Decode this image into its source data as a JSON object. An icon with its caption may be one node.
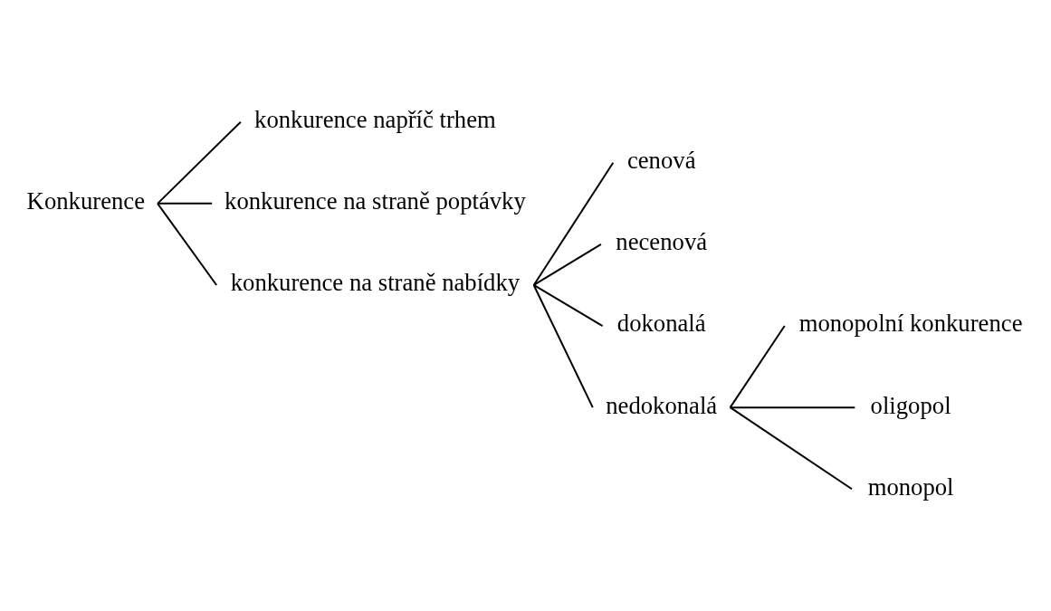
{
  "diagram": {
    "nodes": [
      {
        "text": [
          "Konkurence"
        ]
      },
      {
        "text": [
          "konkurence napříč trhem"
        ]
      },
      {
        "text": [
          "konkurence na straně poptávky"
        ]
      },
      {
        "text": [
          "konkurence na straně nabídky"
        ]
      },
      {
        "text": [
          "cenová"
        ]
      },
      {
        "text": [
          "necenová"
        ]
      },
      {
        "text": [
          "dokonalá"
        ]
      },
      {
        "text": [
          "nedokonalá"
        ]
      },
      {
        "text": [
          "monopolní konkurence"
        ]
      },
      {
        "text": [
          "oligopol"
        ]
      },
      {
        "text": [
          "monopol"
        ]
      }
    ],
    "edges": [
      {
        "from": 0,
        "to": 1,
        "arrow": "none"
      },
      {
        "from": 0,
        "to": 2,
        "arrow": "none"
      },
      {
        "from": 0,
        "to": 3,
        "arrow": "none"
      },
      {
        "from": 3,
        "to": 4,
        "arrow": "none"
      },
      {
        "from": 3,
        "to": 5,
        "arrow": "none"
      },
      {
        "from": 3,
        "to": 6,
        "arrow": "none"
      },
      {
        "from": 3,
        "to": 7,
        "arrow": "none"
      },
      {
        "from": 7,
        "to": 8,
        "arrow": "none"
      },
      {
        "from": 7,
        "to": 9,
        "arrow": "none"
      },
      {
        "from": 7,
        "to": 10,
        "arrow": "none"
      }
    ]
  }
}
